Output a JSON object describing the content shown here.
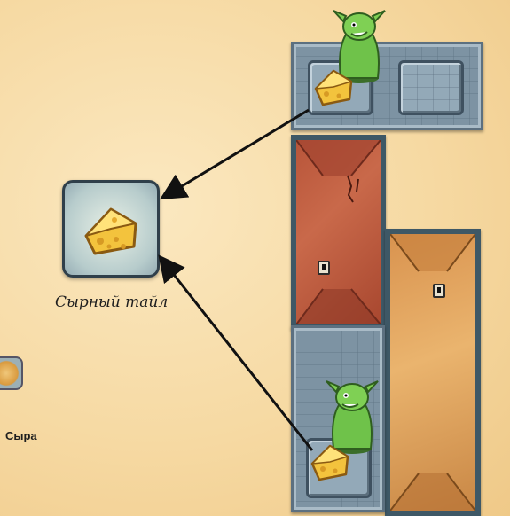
{
  "legend": {
    "cheese_tile_label": "Сырный тайл",
    "cheese_label_partial": "Сыра"
  },
  "colors": {
    "background": "#f6d9a2",
    "stone": "#7d93a3",
    "red_room": "#c9694a",
    "orange_room": "#eab46e",
    "goblin": "#6fc24a",
    "cheese": "#f3c33d"
  },
  "icons": [
    "cheese-tile-icon",
    "goblin-figure",
    "cheese-token",
    "keyhole-icon",
    "arrow"
  ]
}
